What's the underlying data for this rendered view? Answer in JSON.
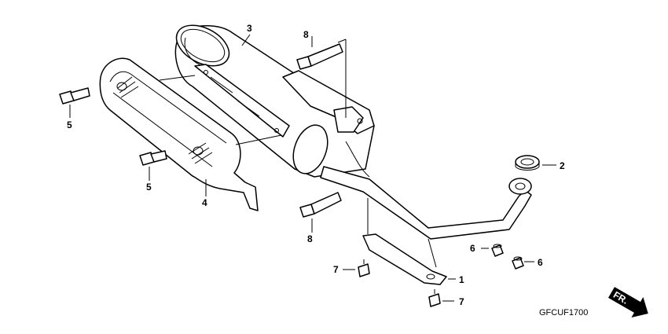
{
  "diagram": {
    "code": "GFCUF1700",
    "direction_label": "FR.",
    "callouts": {
      "exhaust_pipe": "1",
      "gasket": "2",
      "muffler": "3",
      "heat_protector": "4",
      "bolt_upper": "5",
      "bolt_lower": "5",
      "flange_bolt_upper": "8",
      "flange_bolt_lower": "8",
      "cap_nut_left": "6",
      "cap_nut_right": "6",
      "nut_upper": "7",
      "nut_lower": "7"
    }
  }
}
